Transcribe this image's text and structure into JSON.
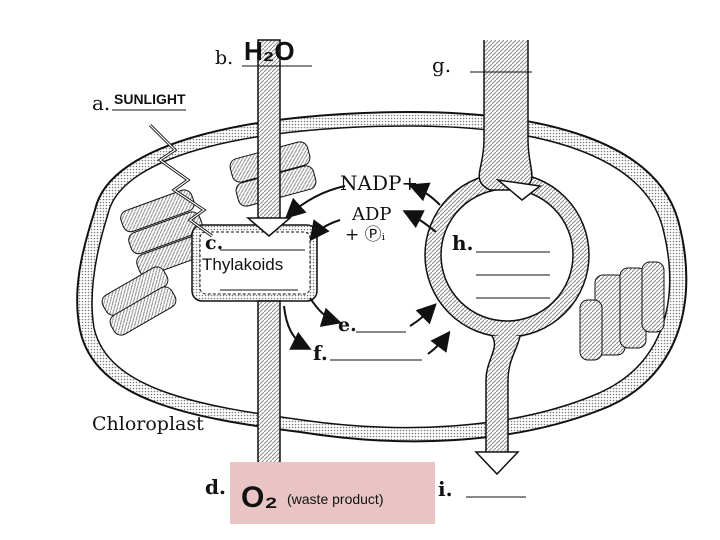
{
  "labels": {
    "a_letter": "a.",
    "a_answer": "SUNLIGHT",
    "b_letter": "b.",
    "b_answer": "H₂O",
    "c_letter": "c.",
    "c_answer": "Thylakoids",
    "d_letter": "d.",
    "d_answer": "O₂",
    "d_note": "(waste product)",
    "e_letter": "e.",
    "f_letter": "f.",
    "g_letter": "g.",
    "h_letter": "h.",
    "i_letter": "i.",
    "nadp": "NADP+",
    "adp": "ADP",
    "pi": "+ Ⓟᵢ",
    "chloroplast": "Chloroplast"
  },
  "colors": {
    "ink": "#111111",
    "hatch": "#9a9a9a",
    "highlight": "#e8c4c4"
  }
}
